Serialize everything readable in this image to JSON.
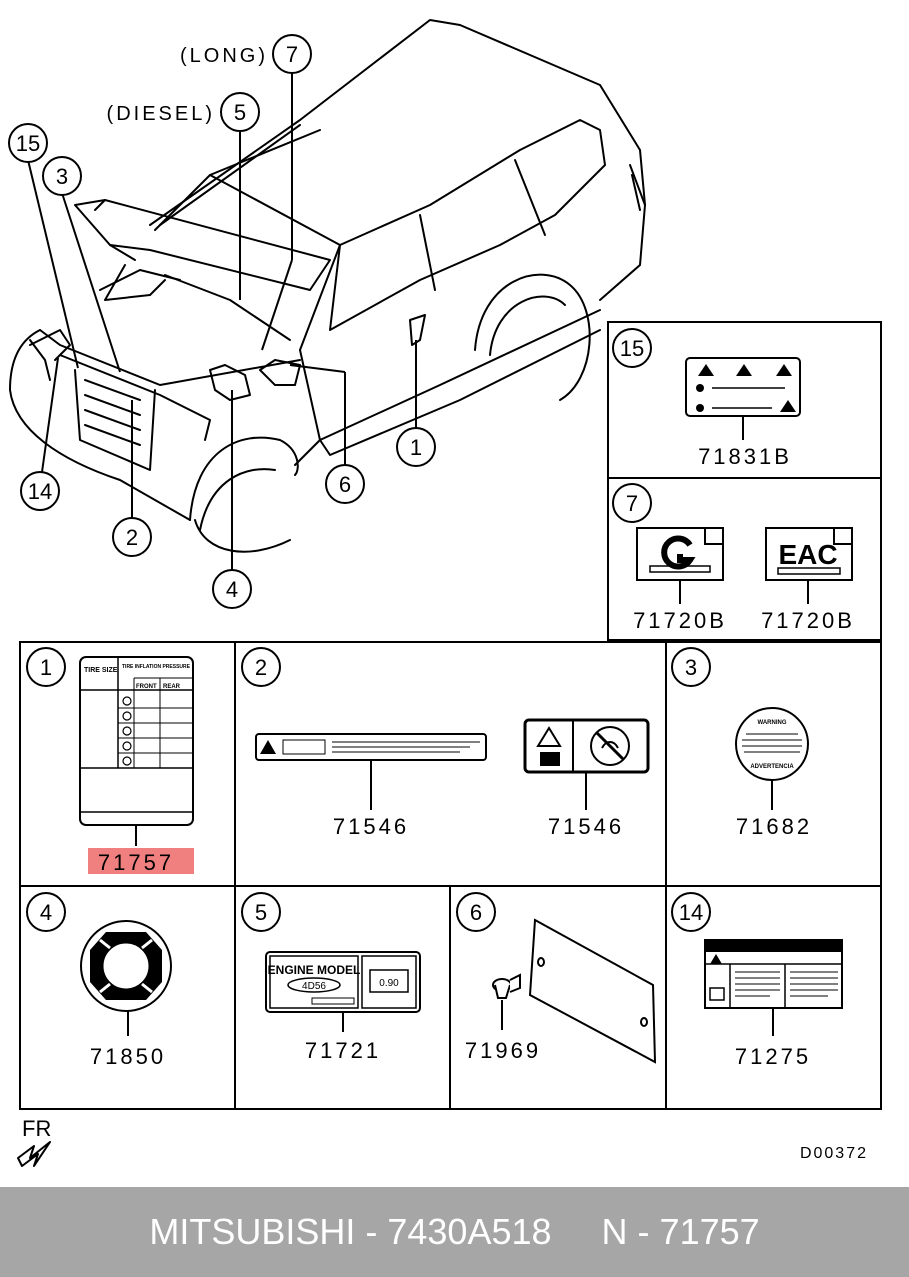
{
  "diagram": {
    "callouts": {
      "c15": "15",
      "c3": "3",
      "c5": "5",
      "c7": "7",
      "c14": "14",
      "c2": "2",
      "c4": "4",
      "c6": "6",
      "c1": "1"
    },
    "annotations": {
      "long": "(LONG)",
      "diesel": "(DIESEL)"
    },
    "front_marker": "FR",
    "reference_code": "D00372"
  },
  "parts": {
    "p15": {
      "callout": "15",
      "number": "71831B"
    },
    "p7": {
      "callout": "7",
      "numbers": [
        "71720B",
        "71720B"
      ]
    },
    "p1": {
      "callout": "1",
      "number": "71757",
      "highlighted": true,
      "highlight_color": "#f08080",
      "label_text": {
        "tire_size": "TIRE SIZE",
        "tire_inflation": "TIRE INFLATION PRESSURE",
        "front": "FRONT",
        "rear": "REAR"
      }
    },
    "p2": {
      "callout": "2",
      "numbers": [
        "71546",
        "71546"
      ]
    },
    "p3": {
      "callout": "3",
      "number": "71682",
      "label_text": {
        "top": "WARNING",
        "bottom": "ADVERTENCIA"
      }
    },
    "p4": {
      "callout": "4",
      "number": "71850"
    },
    "p5": {
      "callout": "5",
      "number": "71721",
      "label_text": {
        "title": "ENGINE MODEL",
        "model": "4D56",
        "value": "0.90"
      }
    },
    "p6": {
      "callout": "6",
      "number": "71969"
    },
    "p14": {
      "callout": "14",
      "number": "71275"
    }
  },
  "footer": {
    "brand": "MITSUBISHI",
    "sep": " - ",
    "part_number": "7430A518",
    "gap": "     ",
    "n_label": "N - ",
    "n_value": "71757"
  },
  "colors": {
    "line": "#000000",
    "highlight": "#f08080",
    "footer_bg": "#a6a6a6"
  }
}
